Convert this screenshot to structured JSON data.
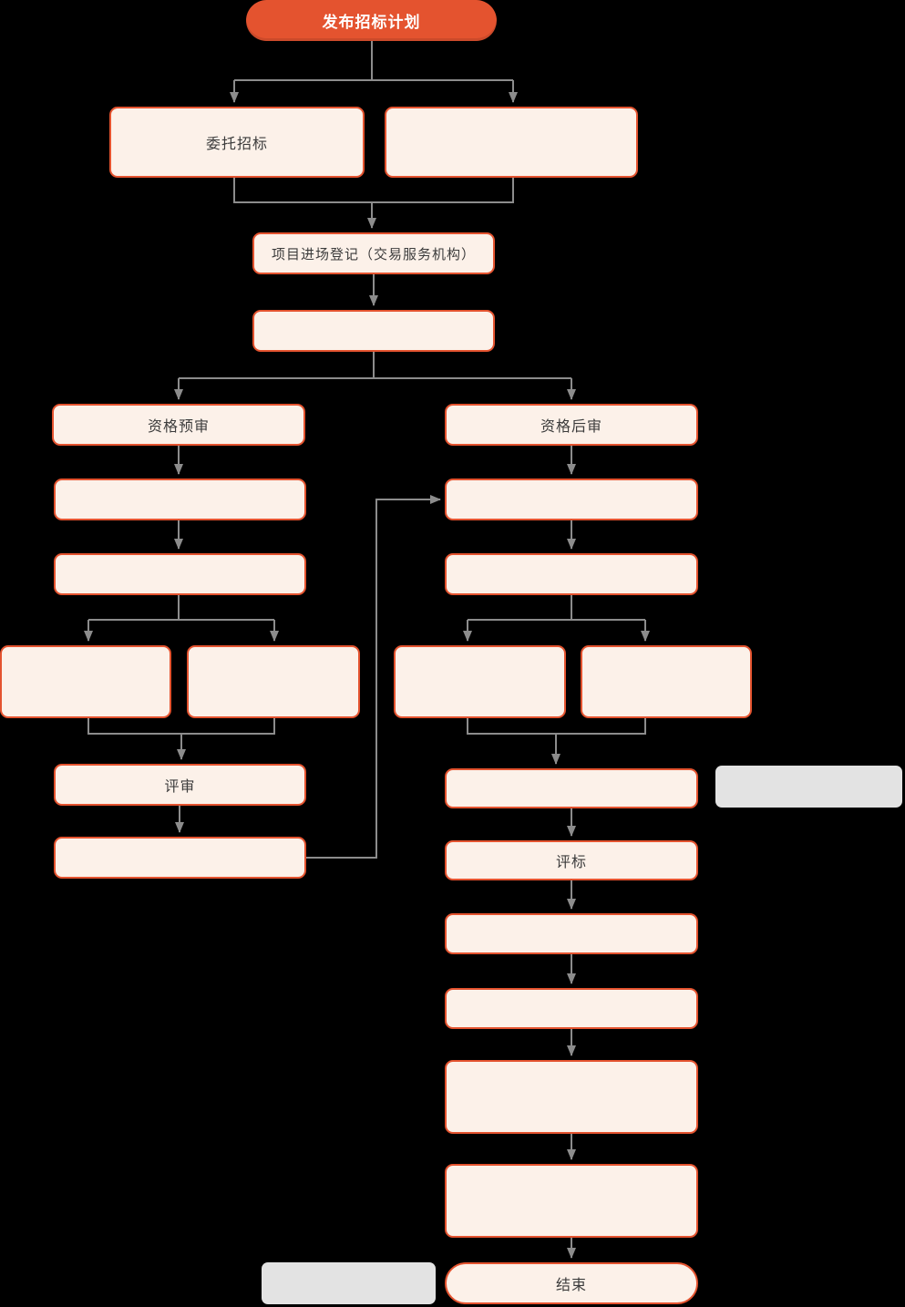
{
  "diagram_title": "发布招标计划",
  "colors": {
    "background": "#000000",
    "accent_orange": "#e4532f",
    "box_fill": "#fcf1e9",
    "box_border": "#e4532f",
    "connector_gray": "#8c8c8c",
    "text_dark": "#3c3c3c",
    "placeholder_gray": "#e3e3e3",
    "start_text": "#ffffff"
  },
  "nodes": {
    "start": "发布招标计划",
    "entrust": "委托招标",
    "entrust_alt": "",
    "entry_registration": "项目进场登记（交易服务机构）",
    "pre_step": "",
    "prequalification": "资格预审",
    "postqualification": "资格后审",
    "pre_1": "",
    "pre_2": "",
    "pre_pair_1": "",
    "pre_pair_2": "",
    "review": "评审",
    "pre_result": "",
    "post_1": "",
    "post_2": "",
    "post_pair_1": "",
    "post_pair_2": "",
    "post_3": "",
    "side_placeholder": "",
    "bid_evaluation": "评标",
    "post_4": "",
    "post_5": "",
    "post_tall_1": "",
    "post_tall_2": "",
    "end": "结束",
    "bottom_placeholder": ""
  }
}
